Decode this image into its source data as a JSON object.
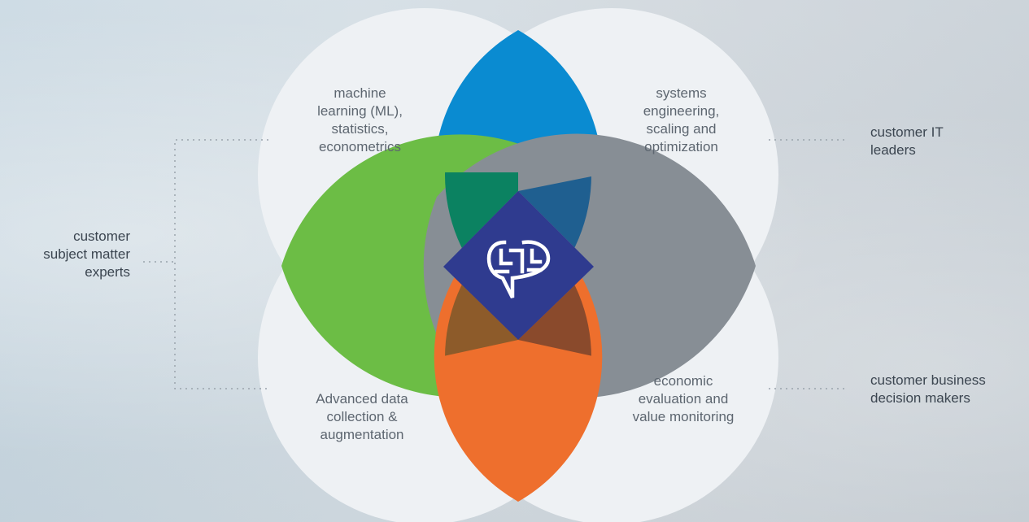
{
  "colors": {
    "circle": "#eef1f4",
    "top": "#0a8bd1",
    "left": "#6cbd45",
    "right": "#878e95",
    "bottom": "#ee6f2d",
    "center": "#2f3b8f",
    "top_left_overlap": "#0b8261",
    "top_right_overlap": "#1f5f90",
    "bottom_left_overlap": "#8d5b2a",
    "bottom_right_overlap": "#8a4a2c",
    "dotted_connector": "#9aa3ab"
  },
  "regions": {
    "top_left": "machine\nlearning (ML),\nstatistics,\neconometrics",
    "top_right": "systems\nengineering,\nscaling and\noptimization",
    "bottom_left": "Advanced data\ncollection &\naugmentation",
    "bottom_right": "economic\nevaluation and\nvalue monitoring"
  },
  "side_labels": {
    "left": "customer\nsubject matter\nexperts",
    "right_top": "customer IT\nleaders",
    "right_bottom": "customer business\ndecision makers"
  },
  "center_icon": "brain-maze-speech-bubble-icon"
}
